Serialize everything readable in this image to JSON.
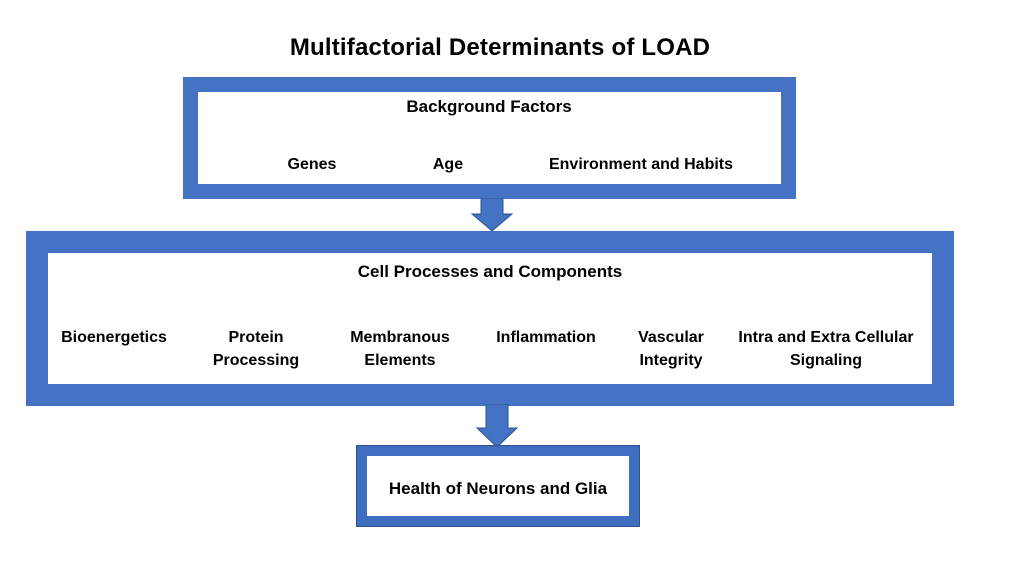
{
  "title": "Multifactorial  Determinants of LOAD",
  "background_box": {
    "heading": "Background Factors",
    "items": [
      "Genes",
      "Age",
      "Environment and Habits"
    ]
  },
  "cell_box": {
    "heading": "Cell Processes and Components",
    "items": [
      {
        "line1": "Bioenergetics",
        "line2": ""
      },
      {
        "line1": "Protein",
        "line2": "Processing"
      },
      {
        "line1": "Membranous",
        "line2": "Elements"
      },
      {
        "line1": "Inflammation",
        "line2": ""
      },
      {
        "line1": "Vascular",
        "line2": "Integrity"
      },
      {
        "line1": "Intra and Extra Cellular",
        "line2": "Signaling"
      }
    ]
  },
  "health_box": {
    "label": "Health of Neurons and Glia"
  },
  "colors": {
    "box_border": "#4472C4",
    "arrow_fill": "#4472C4"
  }
}
